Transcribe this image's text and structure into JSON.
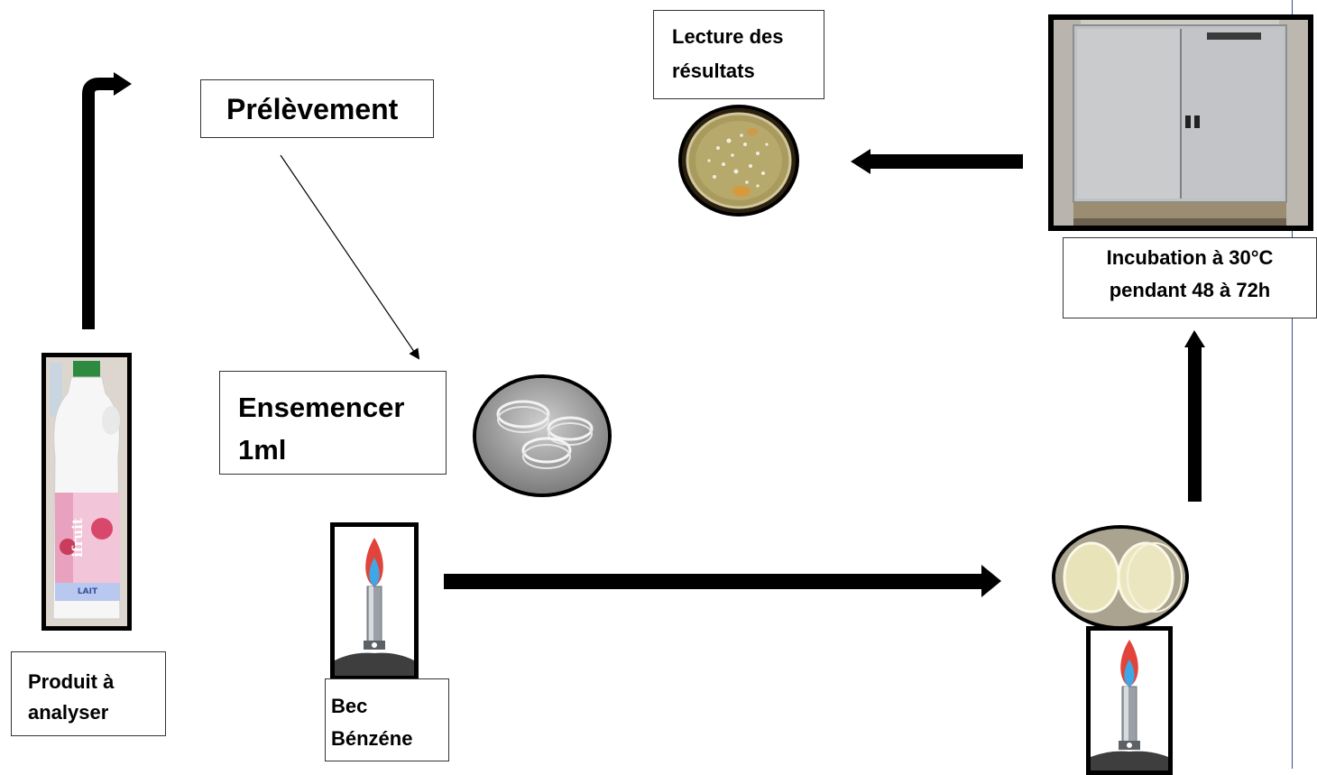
{
  "steps": {
    "produit": {
      "line1": "Produit à",
      "line2": "analyser"
    },
    "prelevement": {
      "label": "Prélèvement"
    },
    "ensemencer": {
      "line1": "Ensemencer",
      "line2": "1ml"
    },
    "bec": {
      "line1": "Bec",
      "line2": "Bénzéne"
    },
    "incubation": {
      "line1": "Incubation à 30°C",
      "line2": "pendant 48 à 72h"
    },
    "lecture": {
      "line1": "Lecture des",
      "line2": "résultats"
    }
  },
  "images": {
    "bottle": {
      "brand_text": "ifruit",
      "sub_text": "LAIT"
    }
  }
}
